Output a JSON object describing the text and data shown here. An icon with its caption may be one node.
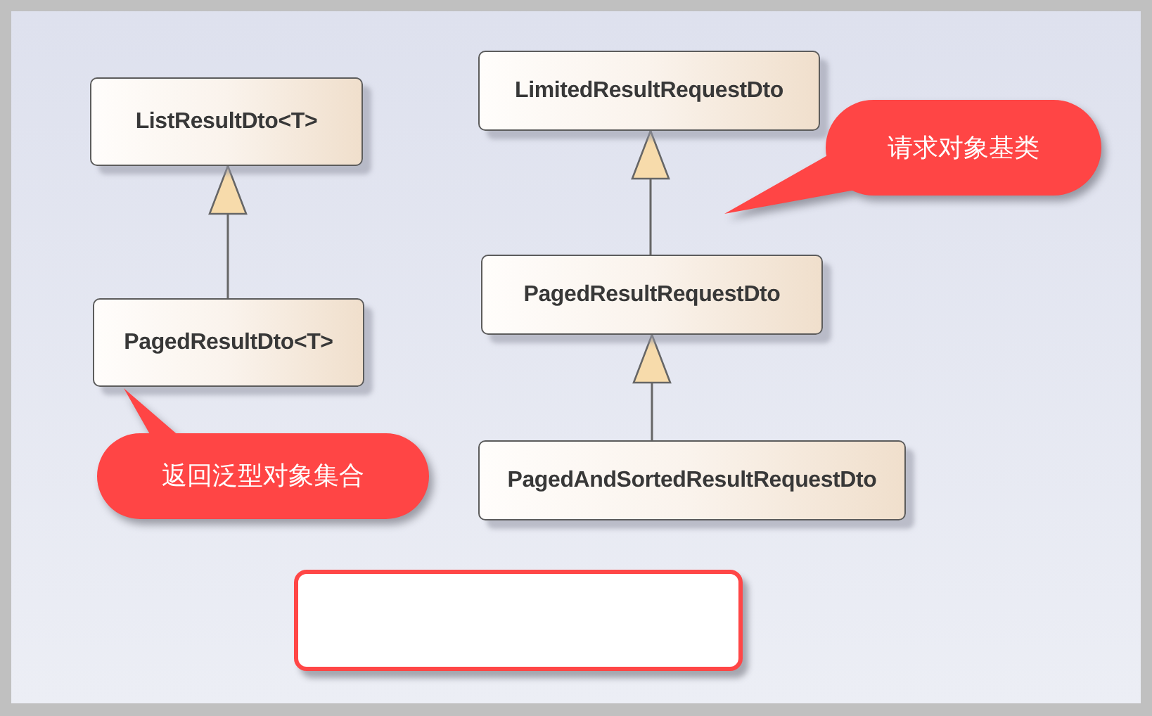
{
  "diagram": {
    "nodes": [
      {
        "text": [
          "ListResultDto<T>"
        ]
      },
      {
        "text": [
          "LimitedResultRequestDto"
        ]
      },
      {
        "text": [
          "请求对象基类"
        ]
      },
      {
        "text": [
          "PagedResultDto<T>"
        ]
      },
      {
        "text": [
          "PagedResultRequestDto"
        ]
      },
      {
        "text": [
          "返回泛型对象集合"
        ]
      },
      {
        "text": [
          "PagedAndSortedResultRequestDto"
        ]
      },
      {
        "text": [],
        "shape": "box"
      }
    ],
    "edges": [
      {
        "from": 3,
        "to": 0,
        "arrow": "to"
      },
      {
        "from": 4,
        "to": 1,
        "arrow": "to"
      },
      {
        "from": 6,
        "to": 4,
        "arrow": "to"
      }
    ]
  }
}
